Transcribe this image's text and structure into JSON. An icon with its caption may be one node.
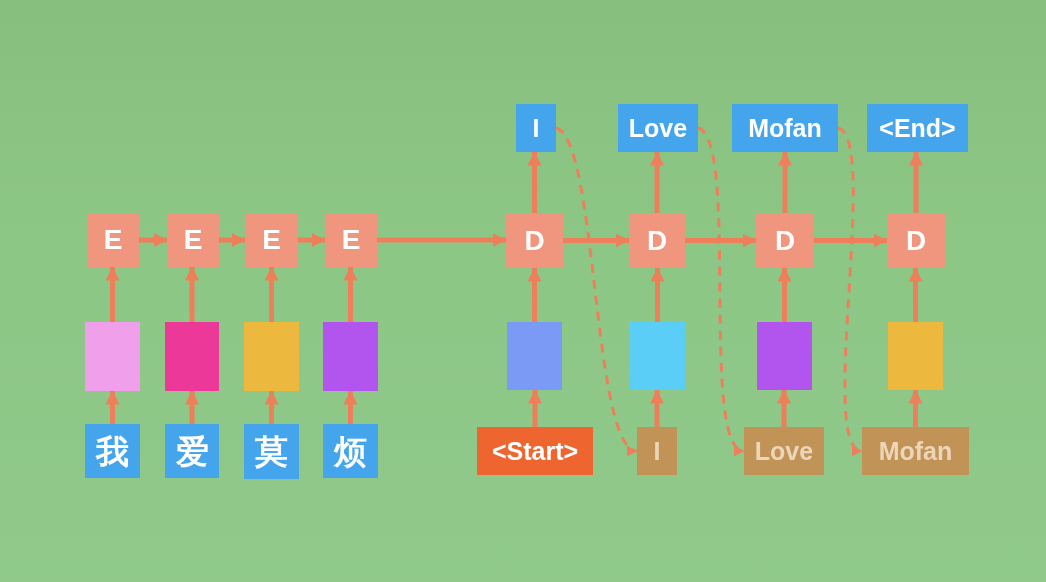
{
  "diagram": {
    "nodes": [
      {
        "text": [
          "I"
        ]
      },
      {
        "text": [
          "Love"
        ]
      },
      {
        "text": [
          "Mofan"
        ]
      },
      {
        "text": [
          "<End>"
        ]
      },
      {
        "text": [
          "E"
        ]
      },
      {
        "text": [
          "E"
        ]
      },
      {
        "text": [
          "E"
        ]
      },
      {
        "text": [
          "E"
        ]
      },
      {
        "text": [
          "D"
        ]
      },
      {
        "text": [
          "D"
        ]
      },
      {
        "text": [
          "D"
        ]
      },
      {
        "text": [
          "D"
        ]
      },
      {
        "text": [],
        "shape": "box"
      },
      {
        "text": [],
        "shape": "box"
      },
      {
        "text": [],
        "shape": "box"
      },
      {
        "text": [],
        "shape": "box"
      },
      {
        "text": [],
        "shape": "box"
      },
      {
        "text": [],
        "shape": "box"
      },
      {
        "text": [],
        "shape": "box"
      },
      {
        "text": [],
        "shape": "box"
      },
      {
        "text": [
          "我"
        ]
      },
      {
        "text": [
          "爱"
        ]
      },
      {
        "text": [
          "莫"
        ]
      },
      {
        "text": [
          "烦"
        ]
      },
      {
        "text": [
          "<Start>"
        ]
      },
      {
        "text": [
          "I"
        ]
      },
      {
        "text": [
          "Love"
        ]
      },
      {
        "text": [
          "Mofan"
        ]
      }
    ],
    "edges": [
      {
        "from": 20,
        "to": 12,
        "arrow": "to"
      },
      {
        "from": 21,
        "to": 13,
        "arrow": "to"
      },
      {
        "from": 22,
        "to": 14,
        "arrow": "to"
      },
      {
        "from": 23,
        "to": 15,
        "arrow": "to"
      },
      {
        "from": 24,
        "to": 16,
        "arrow": "to"
      },
      {
        "from": 25,
        "to": 17,
        "arrow": "to"
      },
      {
        "from": 26,
        "to": 18,
        "arrow": "to"
      },
      {
        "from": 27,
        "to": 19,
        "arrow": "to"
      },
      {
        "from": 12,
        "to": 4,
        "arrow": "to"
      },
      {
        "from": 13,
        "to": 5,
        "arrow": "to"
      },
      {
        "from": 14,
        "to": 6,
        "arrow": "to"
      },
      {
        "from": 15,
        "to": 7,
        "arrow": "to"
      },
      {
        "from": 16,
        "to": 8,
        "arrow": "to"
      },
      {
        "from": 17,
        "to": 9,
        "arrow": "to"
      },
      {
        "from": 18,
        "to": 10,
        "arrow": "to"
      },
      {
        "from": 19,
        "to": 11,
        "arrow": "to"
      },
      {
        "from": 4,
        "to": 5,
        "arrow": "to"
      },
      {
        "from": 5,
        "to": 6,
        "arrow": "to"
      },
      {
        "from": 6,
        "to": 7,
        "arrow": "to"
      },
      {
        "from": 7,
        "to": 8,
        "arrow": "to"
      },
      {
        "from": 8,
        "to": 9,
        "arrow": "to"
      },
      {
        "from": 9,
        "to": 10,
        "arrow": "to"
      },
      {
        "from": 10,
        "to": 11,
        "arrow": "to"
      },
      {
        "from": 8,
        "to": 0,
        "arrow": "to"
      },
      {
        "from": 9,
        "to": 1,
        "arrow": "to"
      },
      {
        "from": 10,
        "to": 2,
        "arrow": "to"
      },
      {
        "from": 11,
        "to": 3,
        "arrow": "to"
      },
      {
        "from": 0,
        "to": 25,
        "arrow": "to",
        "style": "dashed"
      },
      {
        "from": 1,
        "to": 26,
        "arrow": "to",
        "style": "dashed"
      },
      {
        "from": 2,
        "to": 27,
        "arrow": "to",
        "style": "dashed"
      }
    ]
  }
}
